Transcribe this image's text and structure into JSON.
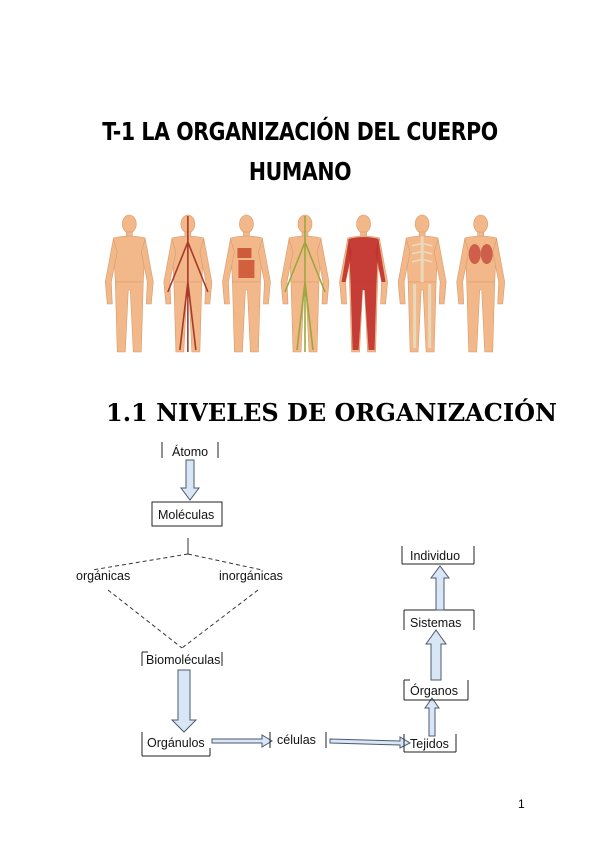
{
  "title_line1": "T-1 LA ORGANIZACIÓN DEL CUERPO",
  "title_line2": "HUMANO",
  "section_heading": "1.1 NIVELES DE ORGANIZACIÓN",
  "illustration": {
    "figure_count": 7,
    "figures": [
      {
        "system": "skin",
        "overlay": ""
      },
      {
        "system": "circulatory",
        "overlay": "#a83a2c"
      },
      {
        "system": "digestive",
        "overlay": "#c84a2a"
      },
      {
        "system": "nervous",
        "overlay": "#9aa83c"
      },
      {
        "system": "muscular",
        "overlay": "#c0302c"
      },
      {
        "system": "skeletal",
        "overlay": "#e8dcc0"
      },
      {
        "system": "respiratory",
        "overlay": "#c85040"
      }
    ],
    "skin_color": "#f2b88a"
  },
  "diagram": {
    "nodes": {
      "atomo": "Átomo",
      "moleculas": "Moléculas",
      "organicas": "orgánicas",
      "inorganicas": "inorgánicas",
      "biomoleculas": "Biomoléculas",
      "organulos": "Orgánulos",
      "celulas": "células",
      "tejidos": "Tejidos",
      "organos": "Órganos",
      "sistemas": "Sistemas",
      "individuo": "Individuo"
    },
    "arrow_fill": "#d9e6f5",
    "arrow_stroke": "#4a5a70"
  },
  "page_number": "1"
}
